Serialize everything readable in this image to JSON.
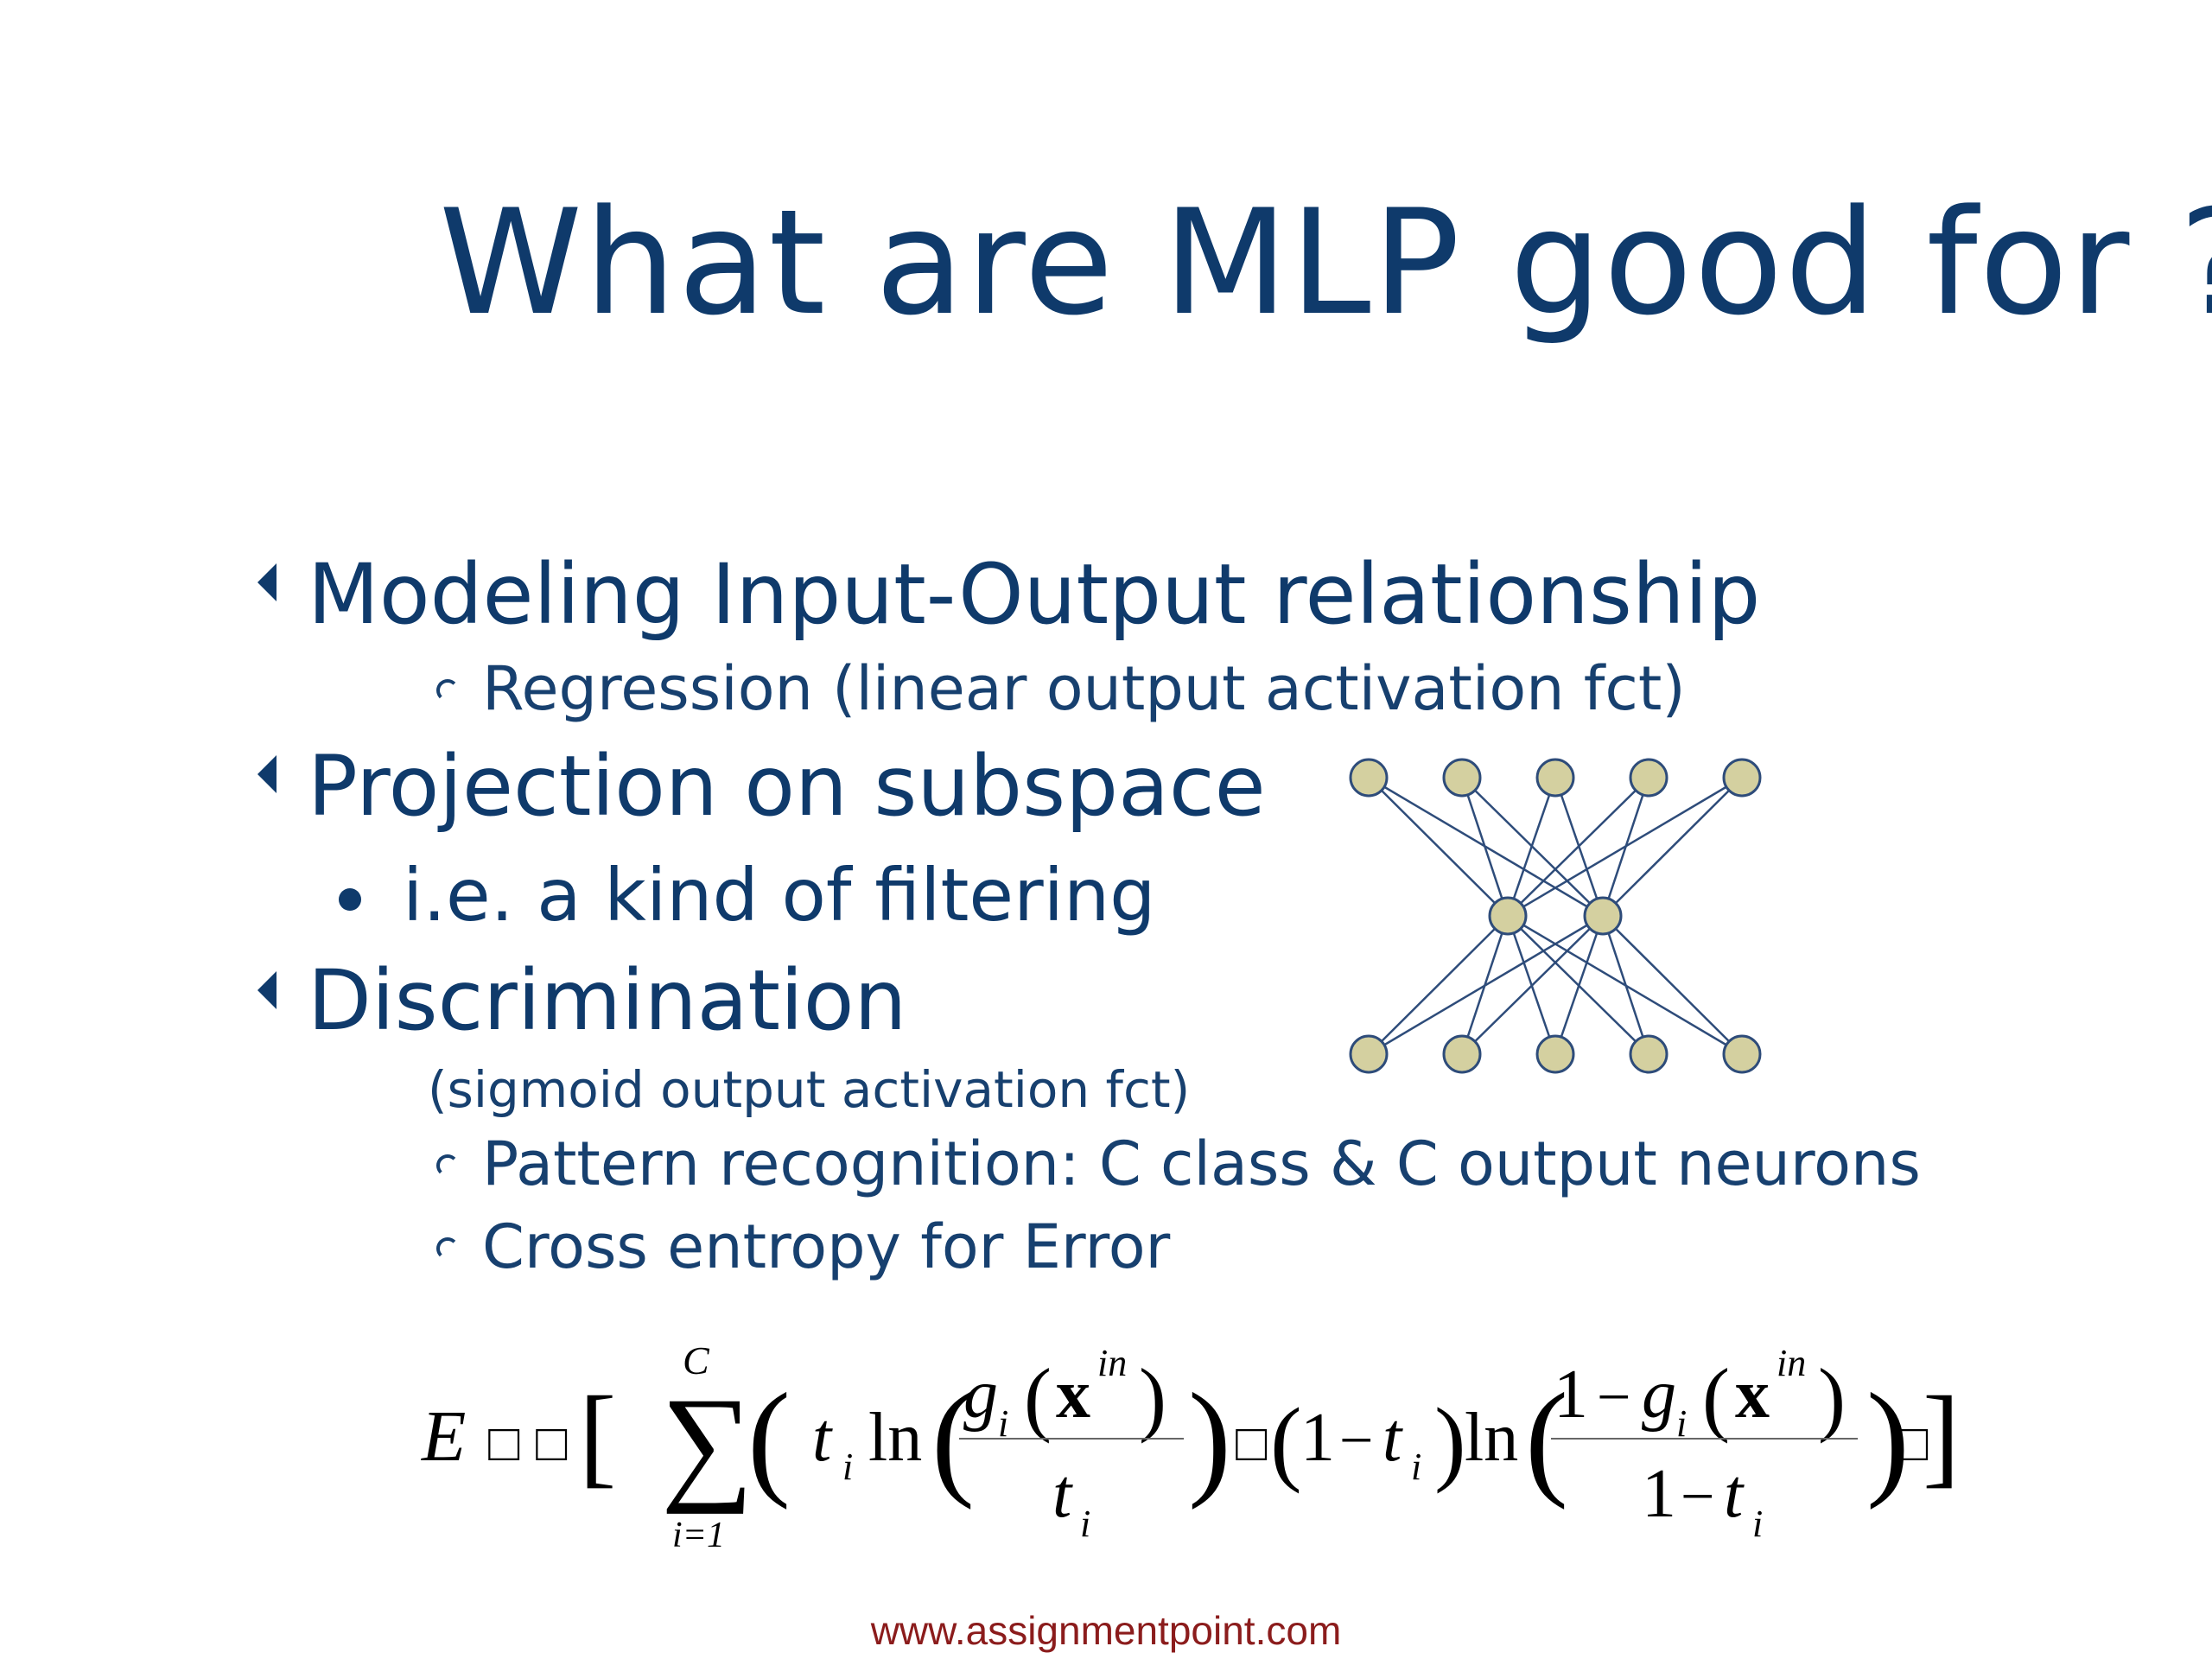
{
  "slide": {
    "title": "What are MLP good for ?",
    "bullets": [
      {
        "text": "Modeling Input-Output relationship"
      },
      {
        "text": "Regression (linear output activation fct)"
      },
      {
        "text": "Projection on subspace"
      },
      {
        "text": "i.e. a kind of filtering"
      },
      {
        "text": "Discrimination"
      },
      {
        "text": "(sigmoid output activation fct)"
      },
      {
        "text": "Pattern recognition: C class & C output neurons"
      },
      {
        "text": "Cross entropy for Error"
      }
    ],
    "formula": {
      "E": "E",
      "C": "C",
      "i1": "i=1",
      "t": "t",
      "i": "i",
      "ln": "ln",
      "g": "g",
      "x": "x",
      "in": "in",
      "one": "1",
      "minus": "−",
      "equals": "=",
      "ops": [
        "□",
        "□",
        "□",
        "□"
      ]
    },
    "footer": "www.assignmentpoint.com"
  },
  "diagram": {
    "node_color": "#d4d0a0",
    "edge_color": "#2e4c7a",
    "layers": [
      5,
      2,
      5
    ]
  }
}
